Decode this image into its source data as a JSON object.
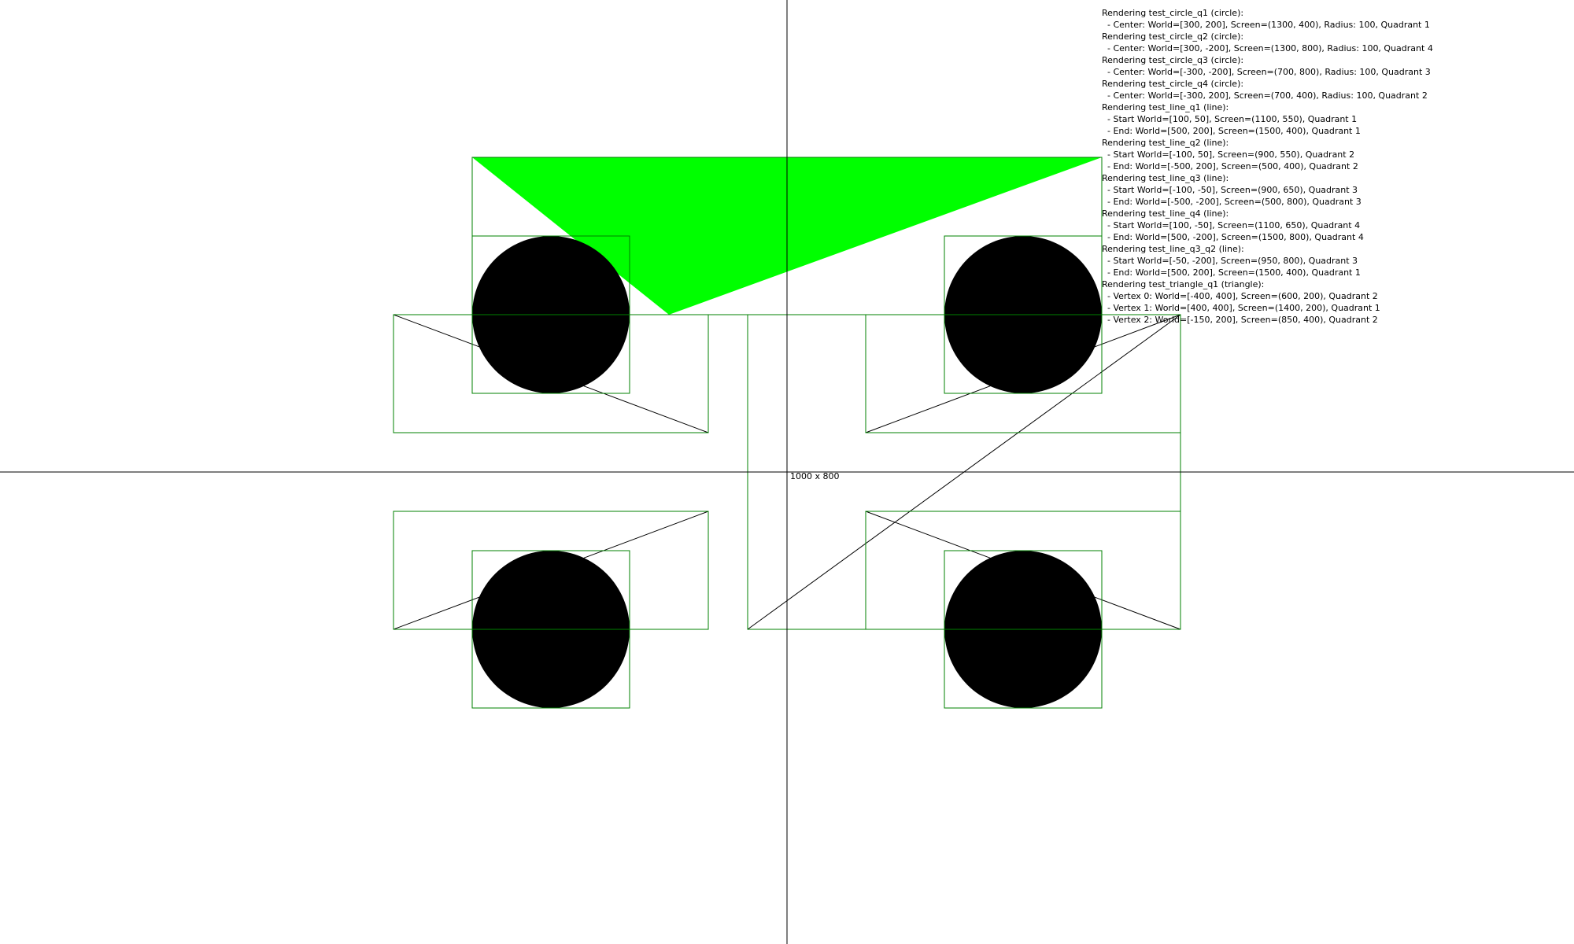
{
  "viewport_label": "1000 x 800",
  "colors": {
    "background": "#ffffff",
    "axis": "#000000",
    "bounding_box": "#008000",
    "fill_shape": "#000000",
    "triangle_fill": "#00ff00",
    "line": "#000000"
  },
  "world_origin_screen": [
    1000,
    600
  ],
  "objects": [
    {
      "id": "test_circle_q1",
      "type": "circle",
      "center": [
        300,
        200
      ],
      "radius": 100,
      "quadrant": 1
    },
    {
      "id": "test_circle_q2",
      "type": "circle",
      "center": [
        300,
        -200
      ],
      "radius": 100,
      "quadrant": 4
    },
    {
      "id": "test_circle_q3",
      "type": "circle",
      "center": [
        -300,
        -200
      ],
      "radius": 100,
      "quadrant": 3
    },
    {
      "id": "test_circle_q4",
      "type": "circle",
      "center": [
        -300,
        200
      ],
      "radius": 100,
      "quadrant": 2
    },
    {
      "id": "test_line_q1",
      "type": "line",
      "start": [
        100,
        50
      ],
      "end": [
        500,
        200
      ]
    },
    {
      "id": "test_line_q2",
      "type": "line",
      "start": [
        -100,
        50
      ],
      "end": [
        -500,
        200
      ]
    },
    {
      "id": "test_line_q3",
      "type": "line",
      "start": [
        -100,
        -50
      ],
      "end": [
        -500,
        -200
      ]
    },
    {
      "id": "test_line_q4",
      "type": "line",
      "start": [
        100,
        -50
      ],
      "end": [
        500,
        -200
      ]
    },
    {
      "id": "test_line_q3_q2",
      "type": "line",
      "start": [
        -50,
        -200
      ],
      "end": [
        500,
        200
      ]
    },
    {
      "id": "test_triangle_q1",
      "type": "triangle",
      "vertices": [
        [
          -400,
          400
        ],
        [
          400,
          400
        ],
        [
          -150,
          200
        ]
      ]
    }
  ],
  "log_lines": [
    "Rendering test_circle_q1 (circle):",
    "  - Center: World=[300, 200], Screen=(1300, 400), Radius: 100, Quadrant 1",
    "Rendering test_circle_q2 (circle):",
    "  - Center: World=[300, -200], Screen=(1300, 800), Radius: 100, Quadrant 4",
    "Rendering test_circle_q3 (circle):",
    "  - Center: World=[-300, -200], Screen=(700, 800), Radius: 100, Quadrant 3",
    "Rendering test_circle_q4 (circle):",
    "  - Center: World=[-300, 200], Screen=(700, 400), Radius: 100, Quadrant 2",
    "Rendering test_line_q1 (line):",
    "  - Start World=[100, 50], Screen=(1100, 550), Quadrant 1",
    "  - End: World=[500, 200], Screen=(1500, 400), Quadrant 1",
    "Rendering test_line_q2 (line):",
    "  - Start World=[-100, 50], Screen=(900, 550), Quadrant 2",
    "  - End: World=[-500, 200], Screen=(500, 400), Quadrant 2",
    "Rendering test_line_q3 (line):",
    "  - Start World=[-100, -50], Screen=(900, 650), Quadrant 3",
    "  - End: World=[-500, -200], Screen=(500, 800), Quadrant 3",
    "Rendering test_line_q4 (line):",
    "  - Start World=[100, -50], Screen=(1100, 650), Quadrant 4",
    "  - End: World=[500, -200], Screen=(1500, 800), Quadrant 4",
    "Rendering test_line_q3_q2 (line):",
    "  - Start World=[-50, -200], Screen=(950, 800), Quadrant 3",
    "  - End: World=[500, 200], Screen=(1500, 400), Quadrant 1",
    "Rendering test_triangle_q1 (triangle):",
    "  - Vertex 0: World=[-400, 400], Screen=(600, 200), Quadrant 2",
    "  - Vertex 1: World=[400, 400], Screen=(1400, 200), Quadrant 1",
    "  - Vertex 2: World=[-150, 200], Screen=(850, 400), Quadrant 2"
  ]
}
